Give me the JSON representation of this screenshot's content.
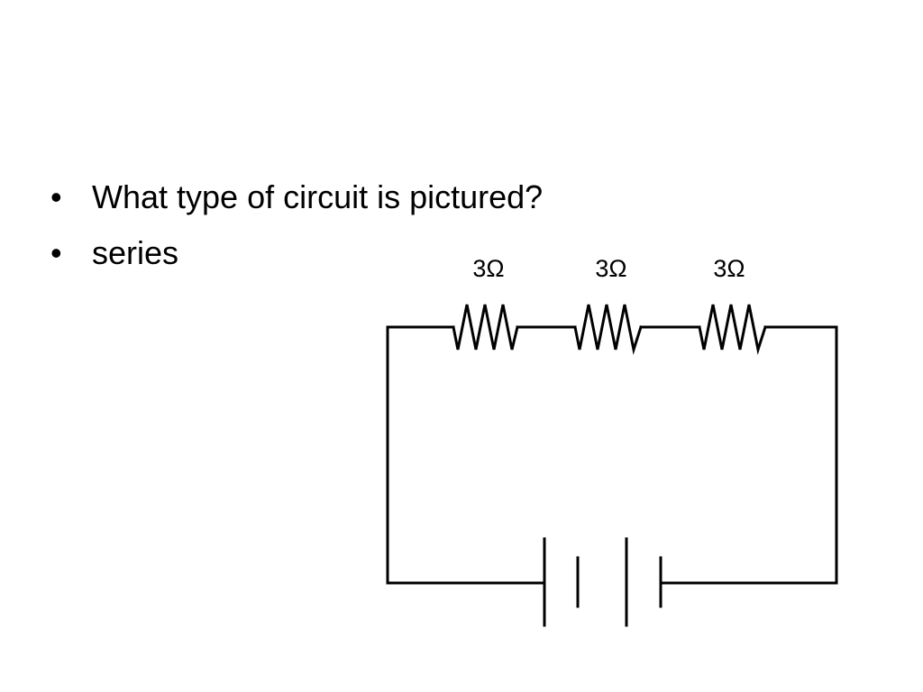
{
  "bullets": [
    {
      "marker": "•",
      "text": "What type of circuit is pictured?"
    },
    {
      "marker": "•",
      "text": "series"
    }
  ],
  "diagram": {
    "resistors": [
      {
        "label": "3Ω"
      },
      {
        "label": "3Ω"
      },
      {
        "label": "3Ω"
      }
    ],
    "line_color": "#000000"
  }
}
